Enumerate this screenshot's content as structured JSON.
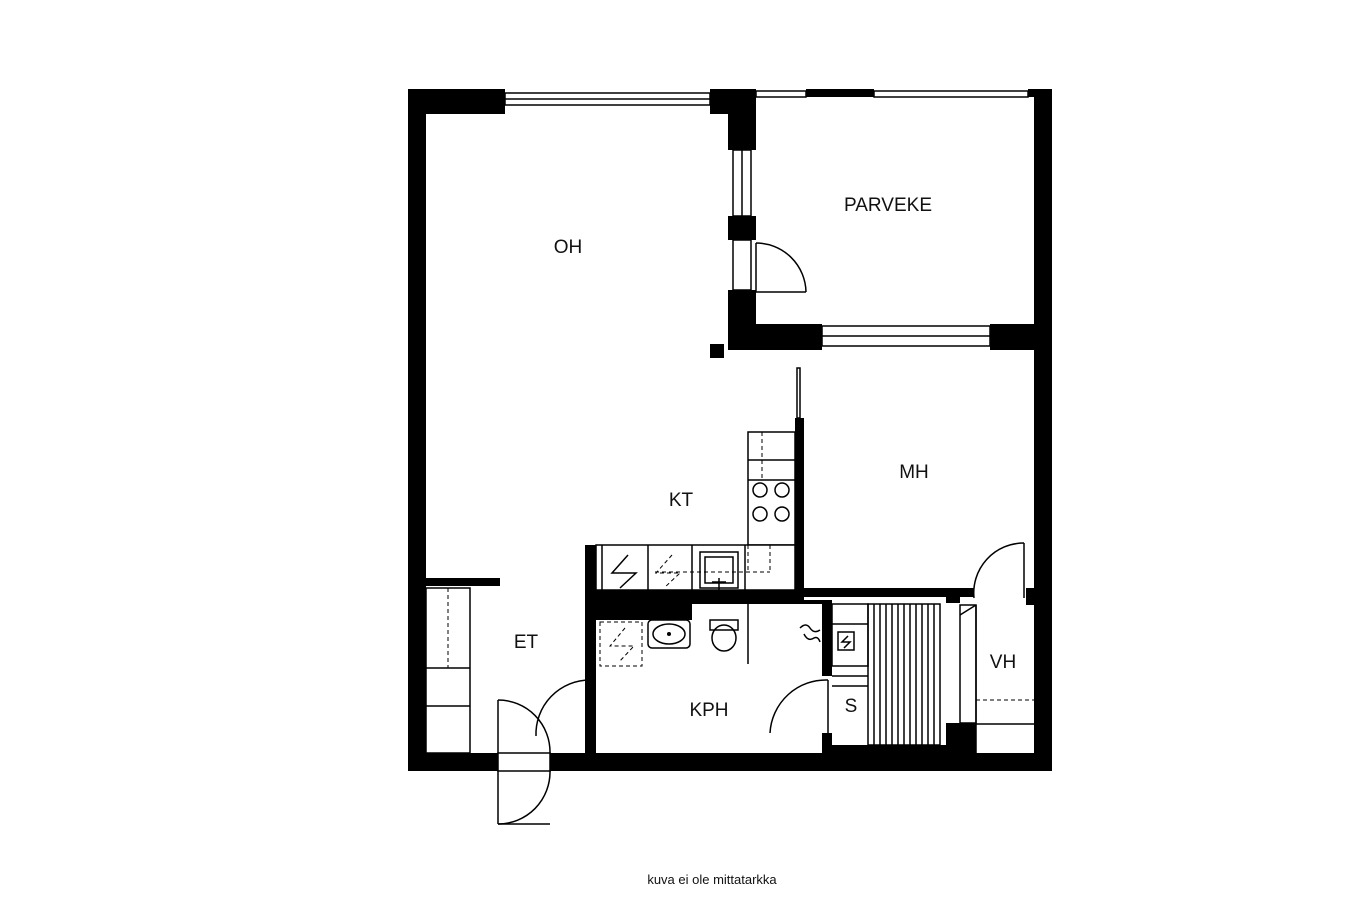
{
  "rooms": {
    "oh": "OH",
    "parveke": "PARVEKE",
    "mh": "MH",
    "kt": "KT",
    "et": "ET",
    "kph": "KPH",
    "s": "S",
    "vh": "VH"
  },
  "caption": "kuva ei ole mittatarkka",
  "colors": {
    "wall": "#000000",
    "background": "#ffffff"
  }
}
